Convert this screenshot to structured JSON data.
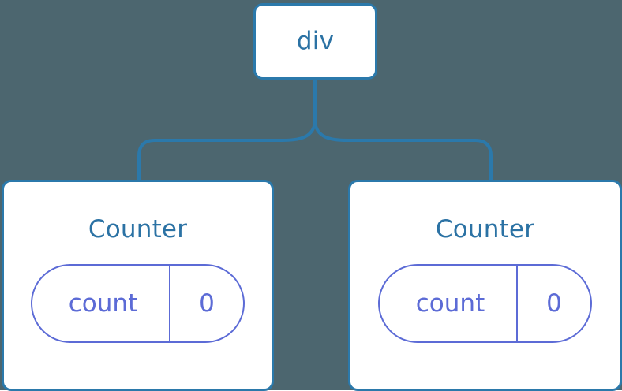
{
  "diagram": {
    "title": "component-tree",
    "background_color": "#4c666f",
    "node_border_color": "#2b79ab",
    "node_fill_color": "#ffffff",
    "node_title_color": "#2b72a4",
    "state_color": "#5c6bd6",
    "connector_color": "#2b79ab"
  },
  "root": {
    "label": "div"
  },
  "children": [
    {
      "label": "Counter",
      "state": {
        "key": "count",
        "value": "0"
      }
    },
    {
      "label": "Counter",
      "state": {
        "key": "count",
        "value": "0"
      }
    }
  ]
}
